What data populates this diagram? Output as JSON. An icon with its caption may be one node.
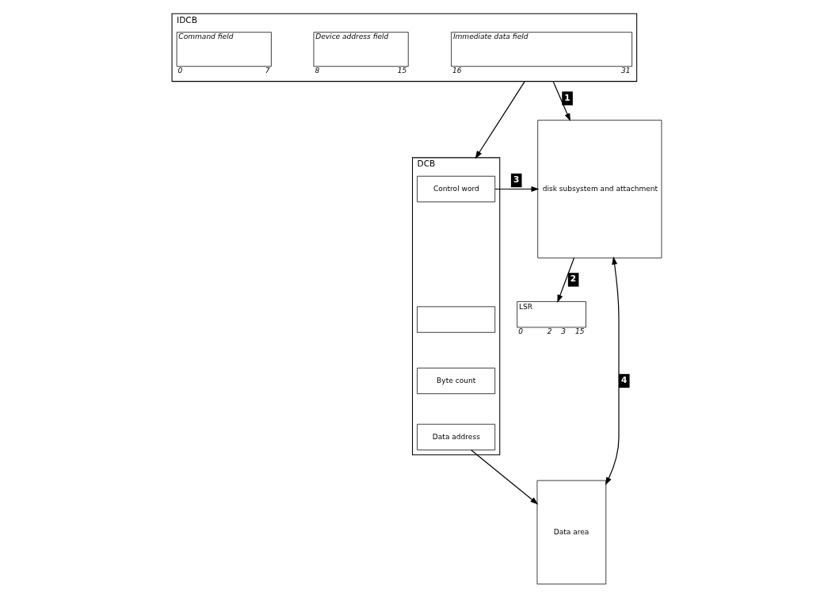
{
  "diagram": {
    "nodes": [
      {
        "text": [
          "IDCB"
        ]
      },
      {
        "text": [
          "Command field"
        ],
        "in": 0,
        "beside": [
          "0",
          "7"
        ]
      },
      {
        "text": [
          "Device address field"
        ],
        "in": 0,
        "beside": [
          "8",
          "15"
        ]
      },
      {
        "text": [
          "Immediate data field"
        ],
        "in": 0,
        "beside": [
          "16",
          "31"
        ]
      },
      {
        "text": [
          "LSR"
        ],
        "beside": [
          "0",
          "2",
          "3",
          "15"
        ]
      },
      {
        "text": [
          "disk subsystem and attachment"
        ]
      },
      {
        "text": [
          "DCB"
        ]
      },
      {
        "text": [
          "Control word"
        ],
        "in": 6
      },
      {
        "text": [],
        "shape": "box",
        "in": 6
      },
      {
        "text": [
          "Byte count"
        ],
        "in": 6
      },
      {
        "text": [
          "Data address"
        ],
        "in": 6
      },
      {
        "text": [
          "Data area"
        ]
      }
    ],
    "edges": [
      {
        "from": 0,
        "to": 6,
        "arrow": "to"
      },
      {
        "from": 0,
        "to": 5,
        "arrow": "to",
        "label": "1"
      },
      {
        "from": 5,
        "to": 4,
        "arrow": "to",
        "label": "2"
      },
      {
        "from": 7,
        "to": 5,
        "arrow": "to",
        "label": "3"
      },
      {
        "from": 10,
        "to": 11,
        "arrow": "to"
      },
      {
        "from": 11,
        "to": 5,
        "arrow": "both",
        "label": "4"
      }
    ]
  }
}
